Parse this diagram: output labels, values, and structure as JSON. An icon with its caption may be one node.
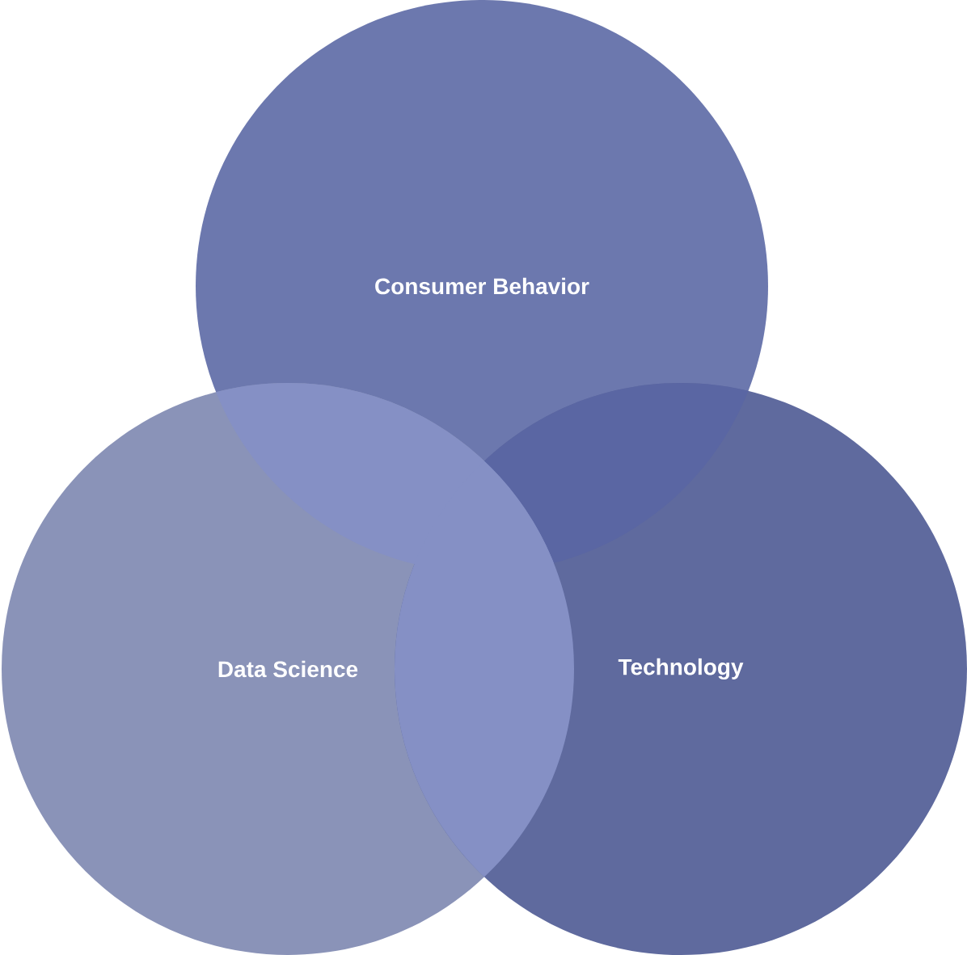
{
  "diagram": {
    "nodes": [
      {
        "text": [
          "Consumer Behavior"
        ]
      },
      {
        "text": [
          "Data Science"
        ]
      },
      {
        "text": [
          "Technology"
        ]
      }
    ]
  }
}
